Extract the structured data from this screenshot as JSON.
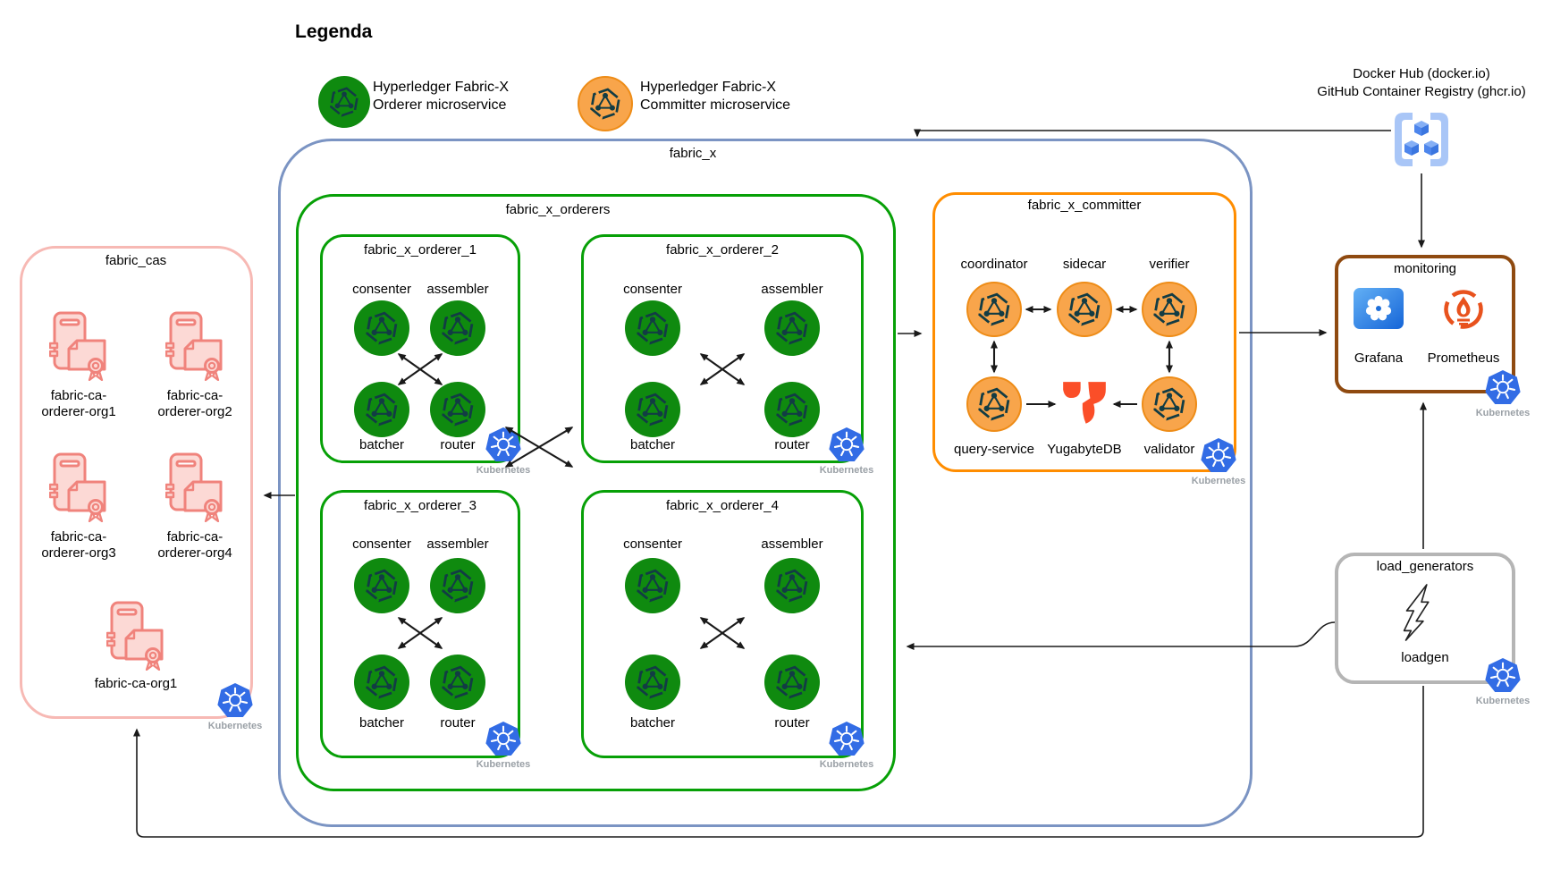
{
  "legend": {
    "title": "Legenda",
    "orderer": {
      "line1": "Hyperledger Fabric-X",
      "line2": "Orderer microservice"
    },
    "committer": {
      "line1": "Hyperledger Fabric-X",
      "line2": "Committer microservice"
    }
  },
  "registry": {
    "line1": "Docker Hub (docker.io)",
    "line2": "GitHub Container Registry (ghcr.io)"
  },
  "fabric_x": {
    "title": "fabric_x"
  },
  "orderers": {
    "title": "fabric_x_orderers",
    "boxes": [
      {
        "title": "fabric_x_orderer_1",
        "tl": "consenter",
        "tr": "assembler",
        "bl": "batcher",
        "br": "router"
      },
      {
        "title": "fabric_x_orderer_2",
        "tl": "consenter",
        "tr": "assembler",
        "bl": "batcher",
        "br": "router"
      },
      {
        "title": "fabric_x_orderer_3",
        "tl": "consenter",
        "tr": "assembler",
        "bl": "batcher",
        "br": "router"
      },
      {
        "title": "fabric_x_orderer_4",
        "tl": "consenter",
        "tr": "assembler",
        "bl": "batcher",
        "br": "router"
      }
    ]
  },
  "committer": {
    "title": "fabric_x_committer",
    "coordinator": "coordinator",
    "sidecar": "sidecar",
    "verifier": "verifier",
    "query_service": "query-service",
    "yugabyte": "YugabyteDB",
    "validator": "validator"
  },
  "cas": {
    "title": "fabric_cas",
    "items": [
      {
        "line1": "fabric-ca-",
        "line2": "orderer-org1"
      },
      {
        "line1": "fabric-ca-",
        "line2": "orderer-org2"
      },
      {
        "line1": "fabric-ca-",
        "line2": "orderer-org3"
      },
      {
        "line1": "fabric-ca-",
        "line2": "orderer-org4"
      },
      {
        "line1": "fabric-ca-org1",
        "line2": ""
      }
    ]
  },
  "monitoring": {
    "title": "monitoring",
    "grafana": "Grafana",
    "prometheus": "Prometheus"
  },
  "load_generators": {
    "title": "load_generators",
    "label": "loadgen"
  },
  "kubernetes": "Kubernetes",
  "icons": {
    "fabric_logo": "hyperledger-fabric-knot",
    "kubernetes": "blue-heptagon-ship-wheel",
    "registry": "bracketed-container-cubes",
    "ca_server": "server-with-certificate-seal",
    "grafana": "blue-square-white-flower",
    "prometheus": "orange-ring-torch-flame",
    "yugabyte": "orange-red-y-mark",
    "loadgen": "lightning-bolt-outline"
  },
  "colors": {
    "orderer_green": "#0f8a0f",
    "committer_orange": "#f8a54b",
    "box_green": "#07a007",
    "box_orange": "#ff8d00",
    "box_blue": "#7b94c3",
    "box_pink": "#f7b9b4",
    "box_brown": "#8f4a10",
    "box_gray": "#b5b5b5",
    "kubernetes_blue": "#326ce5",
    "yugabyte_red": "#fb4e28",
    "prometheus_orange": "#e8521d"
  }
}
